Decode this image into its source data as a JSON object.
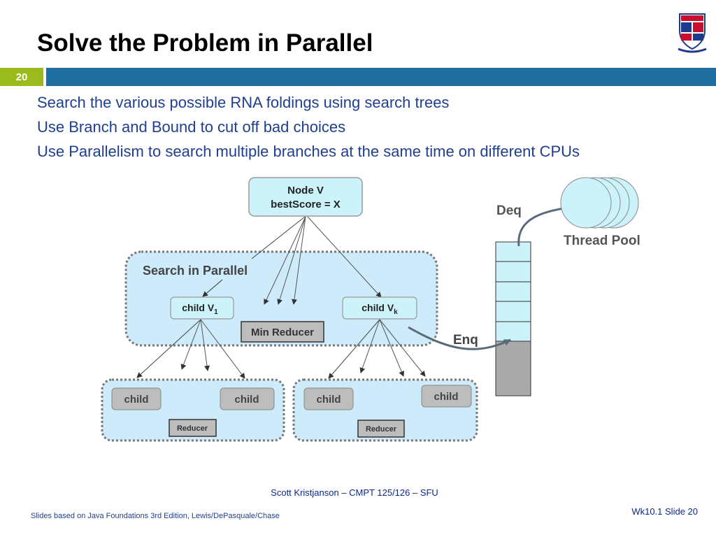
{
  "slide": {
    "title": "Solve the Problem in Parallel",
    "number": "20",
    "bullets": [
      "Search the various possible RNA foldings using search trees",
      "Use Branch and Bound to cut off bad choices",
      "Use Parallelism to search multiple branches at the same time on different CPUs"
    ]
  },
  "diagram": {
    "root_line1": "Node V",
    "root_line2": "bestScore = X",
    "group_label": "Search in Parallel",
    "child_v1": "child V",
    "child_v1_sub": "1",
    "child_vk": "child V",
    "child_vk_sub": "k",
    "min_reducer": "Min Reducer",
    "child": "child",
    "reducer": "Reducer",
    "deq": "Deq",
    "enq": "Enq",
    "thread_pool": "Thread Pool"
  },
  "footer": {
    "center": "Scott Kristjanson – CMPT 125/126 – SFU",
    "right": "Wk10.1 Slide 20",
    "left": "Slides based on Java Foundations 3rd Edition, Lewis/DePasquale/Chase"
  },
  "colors": {
    "title": "#000000",
    "bullet_text": "#1F3F8F",
    "green_box": "#9BBB1C",
    "blue_bar": "#1E6FA0",
    "node_fill": "#CCF2FA",
    "group_fill": "#CDEBFA",
    "grey_box": "#BDBDBD"
  }
}
